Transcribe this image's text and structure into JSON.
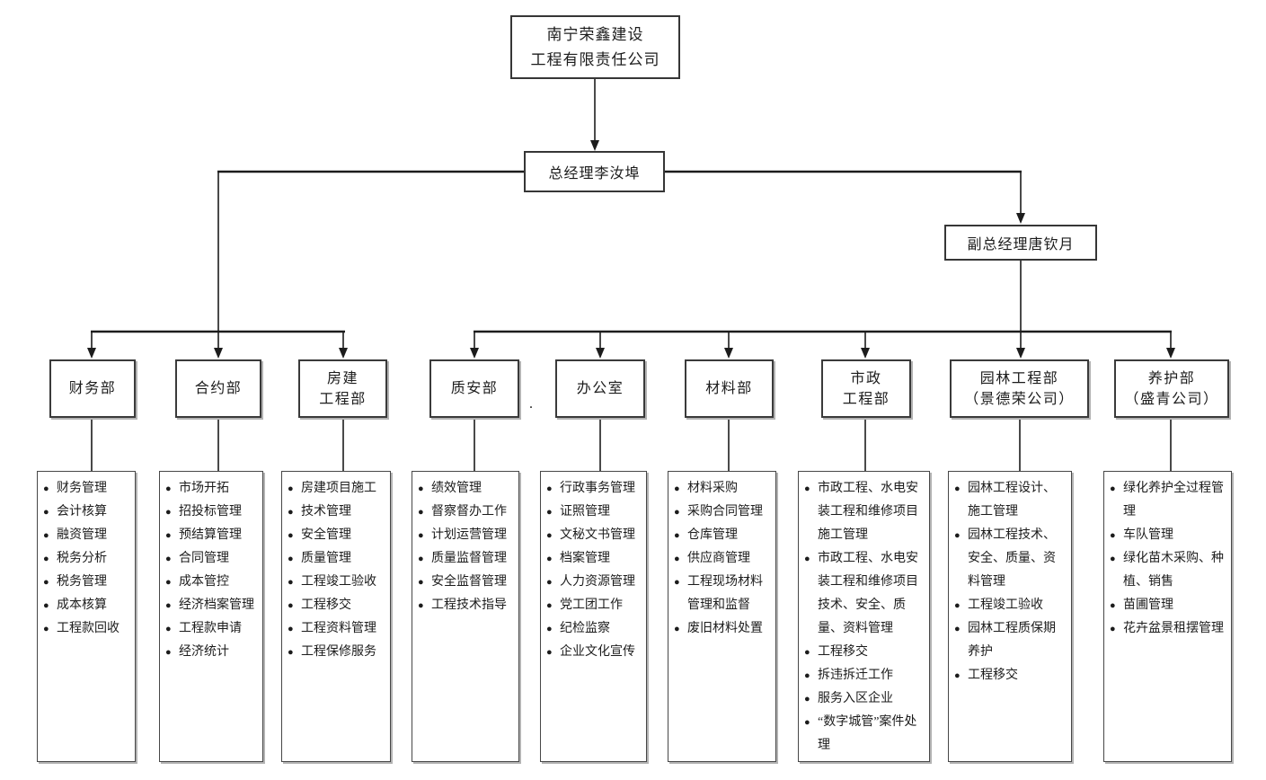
{
  "colors": {
    "ink": "#1c1c1c",
    "box_border": "#363636",
    "box_shadow": "#b3b3b3",
    "background": "#ffffff"
  },
  "bullet": "●",
  "root": {
    "line1": "南宁荣鑫建设",
    "line2": "工程有限责任公司"
  },
  "general_manager": {
    "label": "总经理李汝埠"
  },
  "deputy_general_manager": {
    "label": "副总经理唐钦月"
  },
  "stray_mark": ".",
  "departments": [
    {
      "name": "财务部",
      "tasks": [
        "财务管理",
        "会计核算",
        "融资管理",
        "税务分析",
        "税务管理",
        "成本核算",
        "工程款回收"
      ]
    },
    {
      "name": "合约部",
      "tasks": [
        "市场开拓",
        "招投标管理",
        "预结算管理",
        "合同管理",
        "成本管控",
        "经济档案管理",
        "工程款申请",
        "经济统计"
      ]
    },
    {
      "name": "房建",
      "name2": "工程部",
      "tasks": [
        "房建项目施工",
        "技术管理",
        "安全管理",
        "质量管理",
        "工程竣工验收",
        "工程移交",
        "工程资料管理",
        "工程保修服务"
      ]
    },
    {
      "name": "质安部",
      "tasks": [
        "绩效管理",
        "督察督办工作",
        "计划运营管理",
        "质量监督管理",
        "安全监督管理",
        "工程技术指导"
      ]
    },
    {
      "name": "办公室",
      "tasks": [
        "行政事务管理",
        "证照管理",
        "文秘文书管理",
        "档案管理",
        "人力资源管理",
        "党工团工作",
        "纪检监察",
        "企业文化宣传"
      ]
    },
    {
      "name": "材料部",
      "tasks": [
        "材料采购",
        "采购合同管理",
        "仓库管理",
        "供应商管理",
        "工程现场材料管理和监督",
        "废旧材料处置"
      ]
    },
    {
      "name": "市政",
      "name2": "工程部",
      "tasks": [
        "市政工程、水电安装工程和维修项目施工管理",
        "市政工程、水电安装工程和维修项目技术、安全、质量、资料管理",
        "工程移交",
        "拆违拆迁工作",
        "服务入区企业",
        "“数字城管”案件处理"
      ]
    },
    {
      "name": "园林工程部",
      "name2": "（景德荣公司）",
      "tasks": [
        "园林工程设计、施工管理",
        "园林工程技术、安全、质量、资料管理",
        "工程竣工验收",
        "园林工程质保期养护",
        "工程移交"
      ]
    },
    {
      "name": "养护部",
      "name2": "（盛青公司）",
      "tasks": [
        "绿化养护全过程管理",
        "车队管理",
        "绿化苗木采购、种植、销售",
        "苗圃管理",
        "花卉盆景租摆管理"
      ]
    }
  ]
}
